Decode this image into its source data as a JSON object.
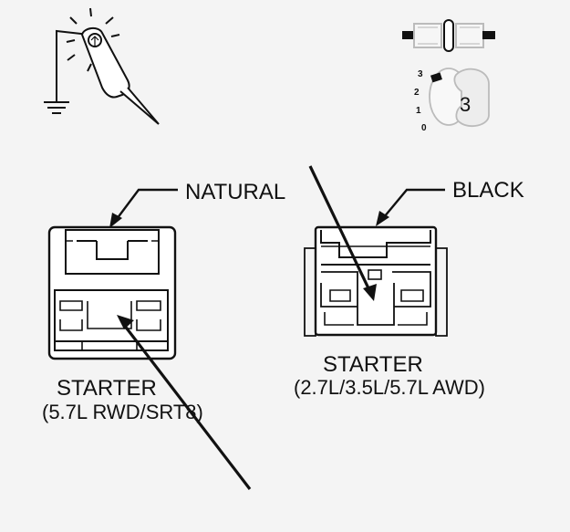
{
  "callouts": {
    "natural": "NATURAL",
    "black": "BLACK"
  },
  "connectors": {
    "left": {
      "name": "STARTER",
      "variant": "(5.7L RWD/SRT8)"
    },
    "right": {
      "name": "STARTER",
      "variant": "(2.7L/3.5L/5.7L AWD)"
    }
  },
  "ignition": {
    "positions": [
      "3",
      "2",
      "1",
      "0"
    ],
    "key_position": "3"
  },
  "colors": {
    "line": "#111111",
    "fill": "#ffffff",
    "background": "#f4f4f4",
    "key_shade": "#e8e8e8"
  }
}
